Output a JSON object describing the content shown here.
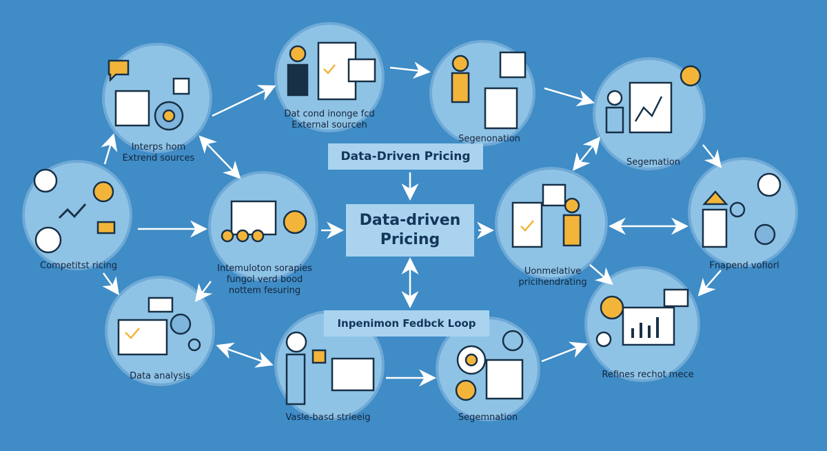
{
  "diagram": {
    "title": "Data-Driven Pricing",
    "center": "Data-driven\nPricing",
    "loop": "Inpenimon Fedbck Loop",
    "nodes": [
      {
        "id": "n1",
        "label": "Interps hom\nExtrend sources"
      },
      {
        "id": "n2",
        "label": "Dat cond inonge fcd\nExternal sourceh"
      },
      {
        "id": "n3",
        "label": "Segenonation"
      },
      {
        "id": "n4",
        "label": "Segemation"
      },
      {
        "id": "n5",
        "label": "Competitst ricing"
      },
      {
        "id": "n6",
        "label": "Intemuloton sorapies\nfungol verd bood\nnottem fesuring"
      },
      {
        "id": "n7",
        "label": "Uonmelative\npricihendrating"
      },
      {
        "id": "n8",
        "label": "Fnapend vofiorl"
      },
      {
        "id": "n9",
        "label": "Data analysis"
      },
      {
        "id": "n10",
        "label": "Vasle-basd strieeig"
      },
      {
        "id": "n11",
        "label": "Segemnation"
      },
      {
        "id": "n12",
        "label": "Refines rechot mece"
      }
    ]
  },
  "colors": {
    "background": "#3f8cc6",
    "circle": "#8fc3e6",
    "ring": "#6fa9d6",
    "accent_yellow": "#f2b53a",
    "ink": "#173046",
    "box": "#a9d3ee"
  }
}
